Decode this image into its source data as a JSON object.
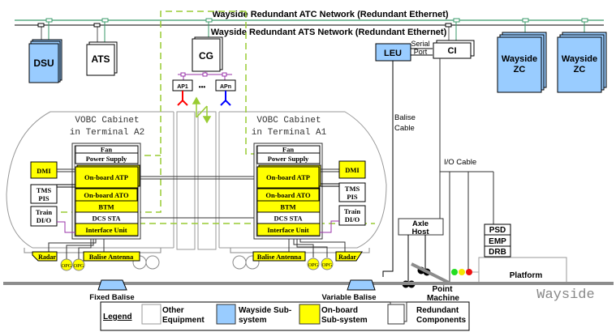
{
  "networks": {
    "atc": "Wayside Redundant ATC Network (Redundant Ethernet)",
    "ats": "Wayside Redundant ATS Network (Redundant Ethernet)"
  },
  "wayside_nodes": {
    "dsu": "DSU",
    "ats": "ATS",
    "cg": "CG",
    "ap1": "AP1",
    "apn": "APn",
    "ap_ellipsis": "•••",
    "leu": "LEU",
    "ci": "CI",
    "serial_port_line1": "Serial",
    "serial_port_line2": "Port",
    "zc1_line1": "Wayside",
    "zc1_line2": "ZC",
    "zc2_line1": "Wayside",
    "zc2_line2": "ZC"
  },
  "cabinet_a2": {
    "title_line1": "VOBC Cabinet",
    "title_line2": "in Terminal A2",
    "modules": [
      "Fan",
      "Power Supply",
      "On-board ATP",
      "On-board ATO",
      "BTM",
      "DCS STA",
      "Interface Unit"
    ],
    "dmi": "DMI",
    "tms_line1": "TMS",
    "tms_line2": "PIS",
    "dio_line1": "Train",
    "dio_line2": "DI/O",
    "radar": "Radar",
    "opg1": "OPG",
    "opg2": "OPG",
    "balise_antenna": "Balise Antenna"
  },
  "cabinet_a1": {
    "title_line1": "VOBC Cabinet",
    "title_line2": "in Terminal A1",
    "modules": [
      "Fan",
      "Power Supply",
      "On-board ATP",
      "On-board ATO",
      "BTM",
      "DCS STA",
      "Interface Unit"
    ],
    "dmi": "DMI",
    "tms_line1": "TMS",
    "tms_line2": "PIS",
    "dio_line1": "Train",
    "dio_line2": "DI/O",
    "radar": "Radar",
    "opg1": "OPG",
    "opg2": "OPG",
    "balise_antenna": "Balise Antenna"
  },
  "trackside": {
    "balise_cable_line1": "Balise",
    "balise_cable_line2": "Cable",
    "io_cable": "I/O Cable",
    "axle_line1": "Axle",
    "axle_line2": "Host",
    "psd": "PSD",
    "emp": "EMP",
    "drb": "DRB",
    "platform": "Platform",
    "point_line1": "Point",
    "point_line2": "Machine",
    "fixed_balise": "Fixed Balise",
    "variable_balise": "Variable Balise",
    "wayside": "Wayside",
    "signal_colors": [
      "#22dd22",
      "#f2e500",
      "#ee1111"
    ]
  },
  "legend": {
    "title": "Legend",
    "items": [
      {
        "line1": "Other",
        "line2": "Equipment"
      },
      {
        "line1": "Wayside Sub-",
        "line2": "system"
      },
      {
        "line1": "On-board",
        "line2": "Sub-system"
      },
      {
        "line1": "Redundant",
        "line2": "Components"
      }
    ]
  },
  "colors": {
    "wayside_blue": "#99ccff",
    "onboard_yellow": "#ffff00",
    "atc_network_green": "#3a9a6a",
    "dcs_dashed_green": "#99cc33",
    "ap1_antenna_red": "#ff0000",
    "apn_antenna_blue": "#0000ff",
    "io_purple": "#9933aa",
    "rail_gray": "#8c8c8c"
  }
}
